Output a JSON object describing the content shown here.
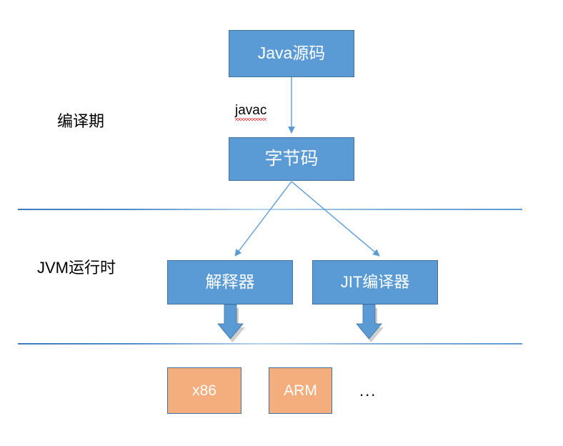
{
  "diagram": {
    "title": "Java compilation and JVM runtime pipeline",
    "background_color": "#FFFFFF",
    "palette": {
      "blue_fill": "#5B9BD5",
      "blue_border": "#41719C",
      "orange_fill": "#F4AE7D",
      "orange_border": "#41719C",
      "connector_blue": "#5B9BD5",
      "separator_blue": "#5E9BD4",
      "text_white": "#FFFFFF",
      "text_black": "#000000",
      "spellcheck_red": "#E03030"
    },
    "stage_labels": {
      "compile": "编译期",
      "runtime": "JVM运行时"
    },
    "nodes": {
      "source": "Java源码",
      "bytecode": "字节码",
      "interpreter": "解释器",
      "jit_compiler": "JIT编译器",
      "x86": "x86",
      "arm": "ARM"
    },
    "edge_labels": {
      "javac": "javac"
    },
    "ellipsis": "...",
    "separators": [
      {
        "name": "compile-runtime-divider"
      },
      {
        "name": "runtime-hardware-divider"
      }
    ],
    "connectors": [
      {
        "from": "source",
        "to": "bytecode",
        "label": "javac",
        "style": "thin-arrow"
      },
      {
        "from": "bytecode",
        "to": "interpreter",
        "label": "",
        "style": "thin-arrow"
      },
      {
        "from": "bytecode",
        "to": "jit_compiler",
        "label": "",
        "style": "thin-arrow"
      },
      {
        "from": "interpreter",
        "to": "x86",
        "label": "",
        "style": "block-arrow"
      },
      {
        "from": "jit_compiler",
        "to": "arm",
        "label": "",
        "style": "block-arrow"
      }
    ]
  }
}
